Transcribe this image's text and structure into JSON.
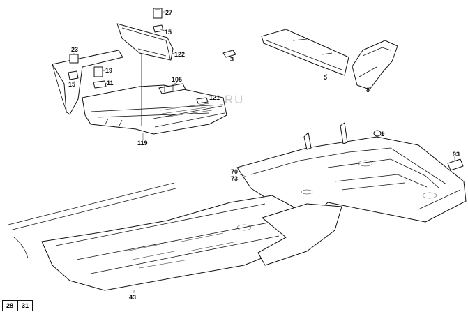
{
  "watermark": "WWW.ILCATS.RU",
  "callouts": {
    "c27": "27",
    "c15a": "15",
    "c122": "122",
    "c23": "23",
    "c19": "19",
    "c15b": "15",
    "c11": "11",
    "c105": "105",
    "c121": "121",
    "c119": "119",
    "c3": "3",
    "c5": "5",
    "c8": "8",
    "c1": "1",
    "c93": "93",
    "c70": "70",
    "c73": "73",
    "c43": "43"
  },
  "pages": {
    "left": "28",
    "right": "31"
  }
}
